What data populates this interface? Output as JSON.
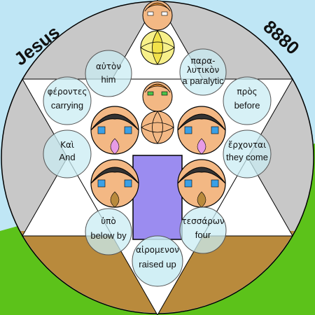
{
  "title_left": "Jesus",
  "title_right": "8880",
  "colors": {
    "sky": "#bfe6f5",
    "grass": "#5cc21a",
    "ground": "#b98a3c",
    "disc": "#c8c8c8",
    "star": "#ffffff",
    "word_circle": "#c9ecf3",
    "bed": "#9b8cf0",
    "outline": "#000000"
  },
  "words": [
    {
      "id": "auton",
      "greek": "αὐτὸν",
      "english": "him"
    },
    {
      "id": "paralytikon",
      "greek_line1": "παρα-",
      "greek_line2": "λυτικὸν",
      "english": "a paralytic"
    },
    {
      "id": "pherontes",
      "greek": "φέροντες",
      "english": "carrying"
    },
    {
      "id": "pros",
      "greek": "πρὸς",
      "english": "before"
    },
    {
      "id": "kai",
      "greek": "Καὶ",
      "english": "And"
    },
    {
      "id": "erchontai",
      "greek": "ἔρχονται",
      "english": "they come"
    },
    {
      "id": "hypo",
      "greek": "ὑπὸ",
      "english": "below by"
    },
    {
      "id": "tessaron",
      "greek": "τεσσάρων",
      "english": "four"
    },
    {
      "id": "airomenon",
      "greek": "αἰρομενον",
      "english": "raised up"
    }
  ]
}
